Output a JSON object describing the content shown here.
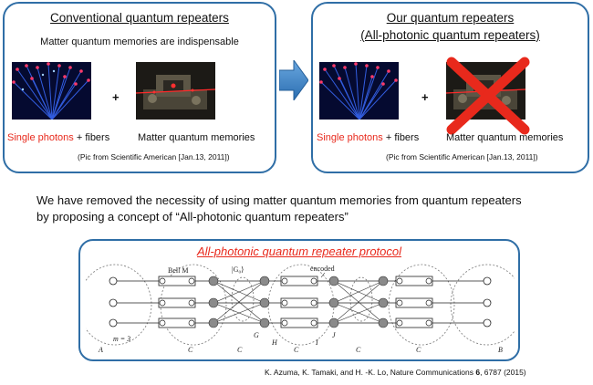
{
  "left_panel": {
    "title": "Conventional quantum repeaters",
    "subtitle": "Matter quantum memories are indispensable",
    "plus": "+",
    "caption_photons": "Single photons",
    "caption_fibers": " + fibers",
    "caption_memories": "Matter quantum memories",
    "credit": "(Pic from Scientific American [Jan.13, 2011])"
  },
  "right_panel": {
    "title_line1": "Our quantum repeaters",
    "title_line2": "(All-photonic quantum repeaters)",
    "plus": "+",
    "caption_photons": "Single photons",
    "caption_fibers": " + fibers",
    "caption_memories": "Matter quantum memories",
    "credit": "(Pic from Scientific American [Jan.13, 2011])"
  },
  "statement": {
    "line1": "We have removed the necessity of using matter quantum memories from quantum repeaters",
    "line2": "by proposing a concept of “All-photonic quantum repeaters”"
  },
  "protocol": {
    "title": "All-photonic quantum repeater protocol",
    "labels": {
      "bell": "Bell M",
      "encoded": "encoded",
      "m": "m = 3",
      "A": "A",
      "B": "B",
      "G": "G",
      "H": "H",
      "I": "I",
      "J": "J",
      "C1r": "C",
      "C1": "C",
      "C2r": "C",
      "C2": "C",
      "C3": "C",
      "G0": "|G₀⟩"
    }
  },
  "citation": {
    "prefix": "K. Azuma, K. Tamaki, and H. -K. Lo, Nature Communications ",
    "volume": "6",
    "pages": ", 6787 (2015)"
  },
  "colors": {
    "accent_border": "#2f6ea6",
    "arrow_fill": "#3a82c8",
    "highlight_red": "#e8291c"
  }
}
